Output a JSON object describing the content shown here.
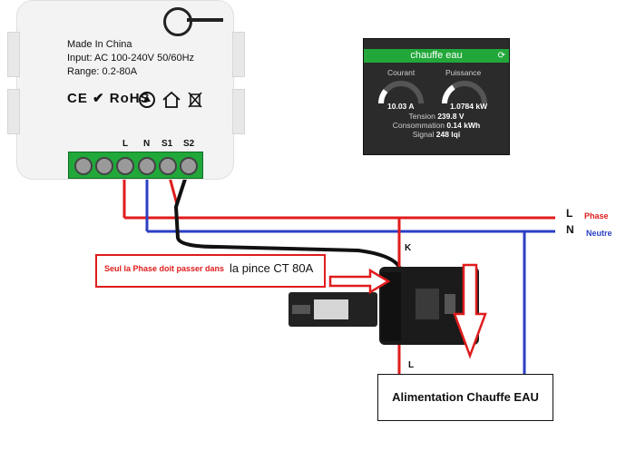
{
  "module": {
    "made_in": "Made In China",
    "input": "Input: AC 100-240V 50/60Hz",
    "range": "Range: 0.2-80A",
    "certifications": "CE ✔ RoHS",
    "terminals": [
      "L",
      "N",
      "S1",
      "S2"
    ]
  },
  "widget": {
    "title": "chauffe eau",
    "refresh_icon": "refresh-icon",
    "gauges": [
      {
        "label": "Courant",
        "value": "10.03 A"
      },
      {
        "label": "Puissance",
        "value": "1.0784 kW"
      }
    ],
    "tension_label": "Tension",
    "tension_value": "239.8 V",
    "consommation_label": "Consommation",
    "consommation_value": "0.14 kWh",
    "signal_label": "Signal",
    "signal_value": "248 lqi",
    "header_color": "#22a83a"
  },
  "lines": {
    "phase_letter": "L",
    "phase_label": "Phase",
    "phase_color": "#e01c1c",
    "neutral_letter": "N",
    "neutral_label": "Neutre",
    "neutral_color": "#2b3fc4"
  },
  "clamp": {
    "top_label": "K",
    "bottom_label": "L"
  },
  "note": {
    "red_text": "Seul la Phase doit passer dans",
    "black_text": "la pince CT 80A"
  },
  "load": {
    "label": "Alimentation Chauffe EAU"
  }
}
